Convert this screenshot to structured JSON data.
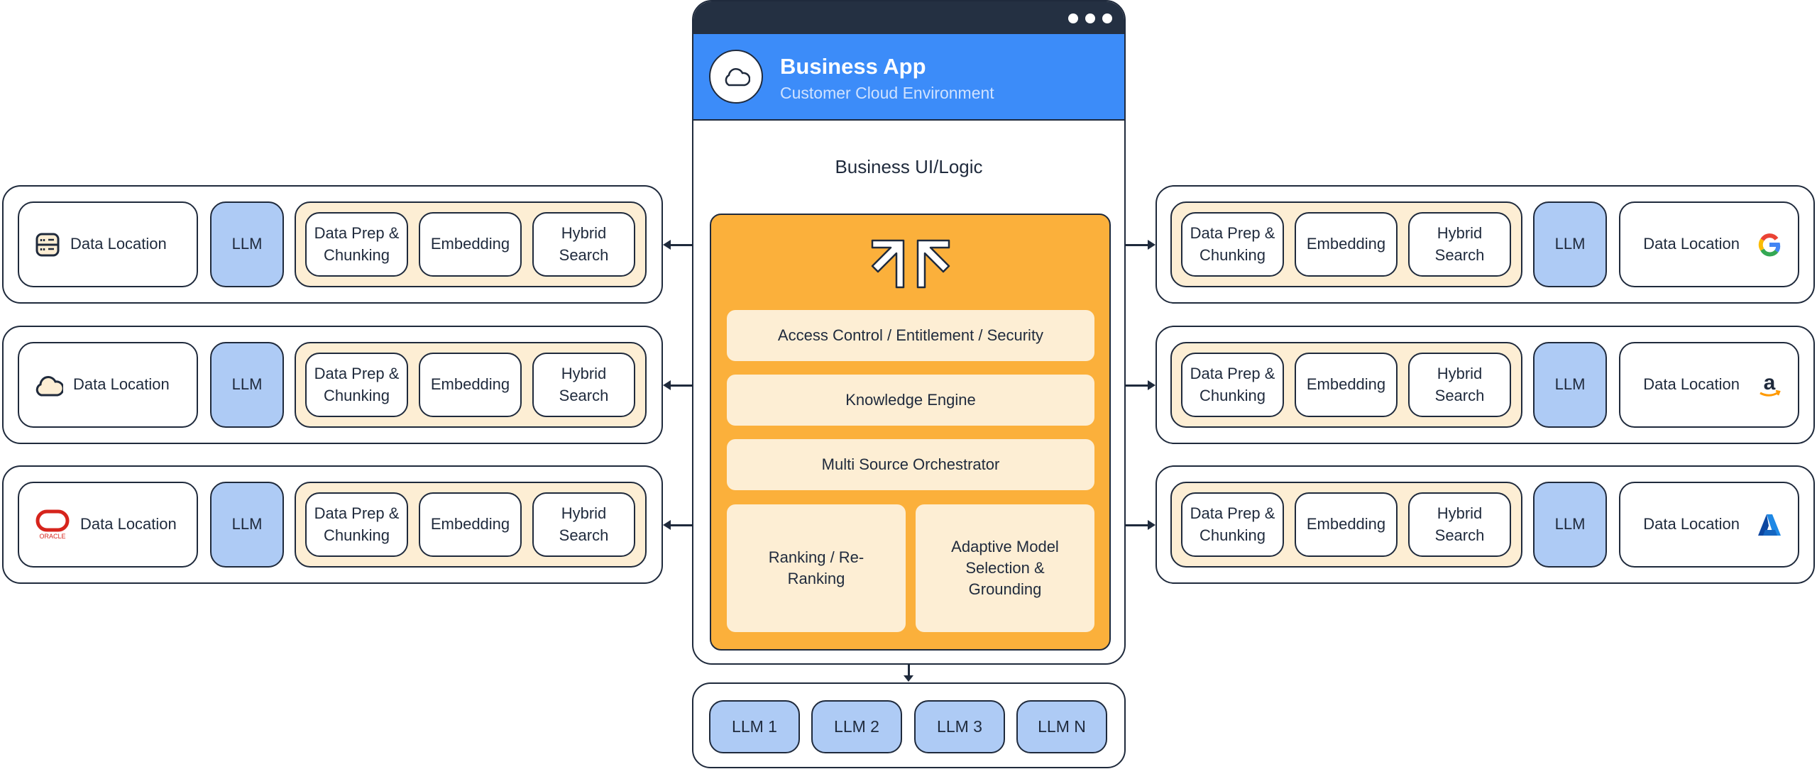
{
  "app": {
    "title": "Business App",
    "subtitle": "Customer Cloud Environment",
    "ui_logic": "Business UI/Logic"
  },
  "engine": {
    "logo_icon": "arrows-converge-logo",
    "layers": [
      "Access Control / Entitlement / Security",
      "Knowledge Engine",
      "Multi Source Orchestrator"
    ],
    "bottom_left": "Ranking / Re-Ranking",
    "bottom_right": "Adaptive Model Selection & Grounding"
  },
  "llms": [
    "LLM 1",
    "LLM 2",
    "LLM 3",
    "LLM N"
  ],
  "left_rows": [
    {
      "icon": "server-icon",
      "location": "Data Location",
      "llm": "LLM",
      "steps": [
        "Data Prep & Chunking",
        "Embedding",
        "Hybrid Search"
      ]
    },
    {
      "icon": "cloud-icon",
      "location": "Data Location",
      "llm": "LLM",
      "steps": [
        "Data Prep & Chunking",
        "Embedding",
        "Hybrid Search"
      ]
    },
    {
      "icon": "oracle-logo-icon",
      "logo_text": "ORACLE",
      "location": "Data Location",
      "llm": "LLM",
      "steps": [
        "Data Prep & Chunking",
        "Embedding",
        "Hybrid Search"
      ]
    }
  ],
  "right_rows": [
    {
      "icon": "google-logo-icon",
      "location": "Data Location",
      "llm": "LLM",
      "steps": [
        "Data Prep & Chunking",
        "Embedding",
        "Hybrid Search"
      ]
    },
    {
      "icon": "amazon-logo-icon",
      "location": "Data Location",
      "llm": "LLM",
      "steps": [
        "Data Prep & Chunking",
        "Embedding",
        "Hybrid Search"
      ]
    },
    {
      "icon": "azure-logo-icon",
      "location": "Data Location",
      "llm": "LLM",
      "steps": [
        "Data Prep & Chunking",
        "Embedding",
        "Hybrid Search"
      ]
    }
  ],
  "colors": {
    "header": "#3c8cf9",
    "titlebar": "#243042",
    "engine": "#fbb03b",
    "llm": "#aecbf5",
    "step_group": "#fdeed4",
    "border": "#1f2a3c"
  }
}
